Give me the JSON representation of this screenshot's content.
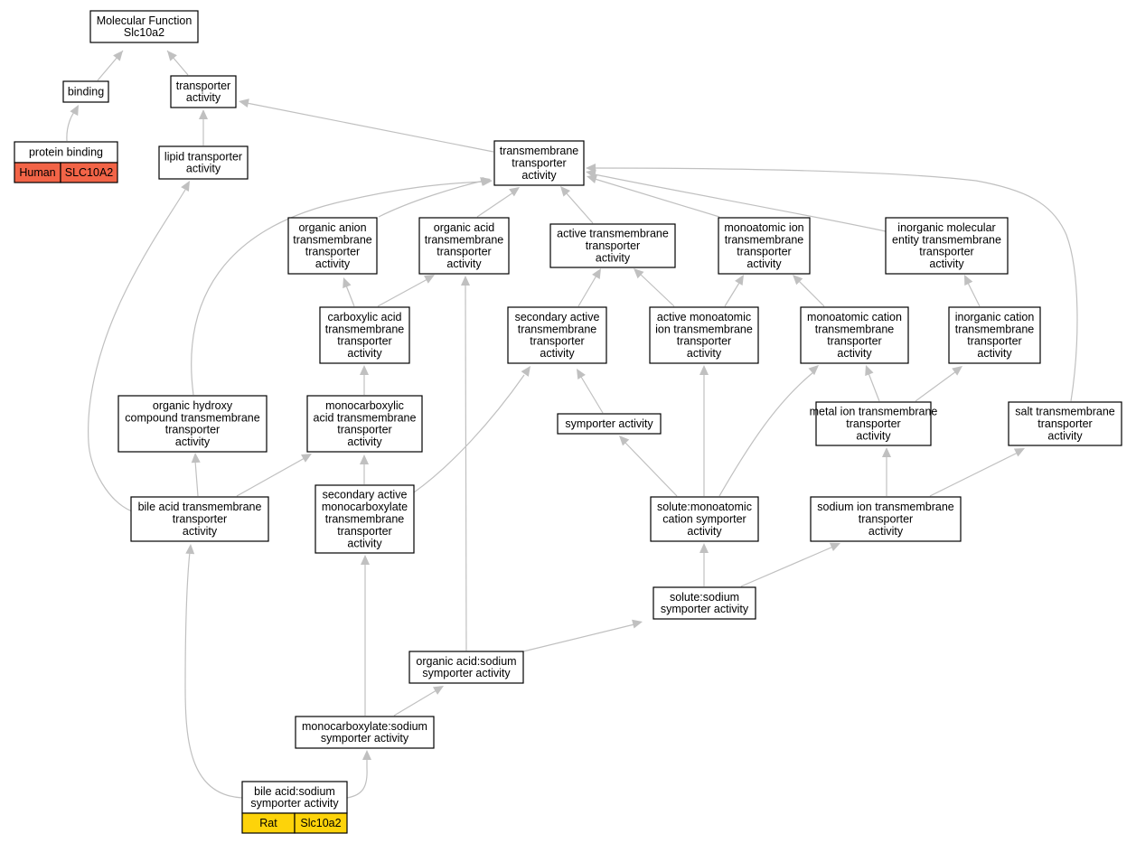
{
  "colors": {
    "edge": "#c0c0c0",
    "human_annotation": "#f26447",
    "rat_annotation": "#fdd30a"
  },
  "nodes": {
    "mf_root": [
      "Molecular Function",
      "Slc10a2"
    ],
    "binding": [
      "binding"
    ],
    "transporter_activity": [
      "transporter",
      "activity"
    ],
    "protein_binding": [
      "protein binding"
    ],
    "lipid_transporter": [
      "lipid transporter",
      "activity"
    ],
    "transmembrane_transporter": [
      "transmembrane",
      "transporter",
      "activity"
    ],
    "organic_anion": [
      "organic anion",
      "transmembrane",
      "transporter",
      "activity"
    ],
    "organic_acid": [
      "organic acid",
      "transmembrane",
      "transporter",
      "activity"
    ],
    "active_transmembrane": [
      "active transmembrane",
      "transporter",
      "activity"
    ],
    "monoatomic_ion": [
      "monoatomic ion",
      "transmembrane",
      "transporter",
      "activity"
    ],
    "inorganic_molecular": [
      "inorganic molecular",
      "entity transmembrane",
      "transporter",
      "activity"
    ],
    "carboxylic_acid": [
      "carboxylic acid",
      "transmembrane",
      "transporter",
      "activity"
    ],
    "secondary_active": [
      "secondary active",
      "transmembrane",
      "transporter",
      "activity"
    ],
    "active_monoatomic": [
      "active monoatomic",
      "ion transmembrane",
      "transporter",
      "activity"
    ],
    "monoatomic_cation": [
      "monoatomic cation",
      "transmembrane",
      "transporter",
      "activity"
    ],
    "inorganic_cation": [
      "inorganic cation",
      "transmembrane",
      "transporter",
      "activity"
    ],
    "organic_hydroxy": [
      "organic hydroxy",
      "compound transmembrane",
      "transporter",
      "activity"
    ],
    "monocarboxylic_acid": [
      "monocarboxylic",
      "acid transmembrane",
      "transporter",
      "activity"
    ],
    "symporter": [
      "symporter activity"
    ],
    "metal_ion": [
      "metal ion transmembrane",
      "transporter",
      "activity"
    ],
    "salt_transmembrane": [
      "salt transmembrane",
      "transporter",
      "activity"
    ],
    "bile_acid_transmembrane": [
      "bile acid transmembrane",
      "transporter",
      "activity"
    ],
    "secondary_active_monocarboxylate": [
      "secondary active",
      "monocarboxylate",
      "transmembrane",
      "transporter",
      "activity"
    ],
    "solute_monoatomic_cation": [
      "solute:monoatomic",
      "cation symporter",
      "activity"
    ],
    "sodium_ion": [
      "sodium ion transmembrane",
      "transporter",
      "activity"
    ],
    "solute_sodium": [
      "solute:sodium",
      "symporter activity"
    ],
    "organic_acid_sodium": [
      "organic acid:sodium",
      "symporter activity"
    ],
    "monocarboxylate_sodium": [
      "monocarboxylate:sodium",
      "symporter activity"
    ],
    "bile_acid_sodium": [
      "bile acid:sodium",
      "symporter activity"
    ]
  },
  "annotations": {
    "protein_binding": {
      "species": "Human",
      "gene": "SLC10A2"
    },
    "bile_acid_sodium": {
      "species": "Rat",
      "gene": "Slc10a2"
    }
  }
}
